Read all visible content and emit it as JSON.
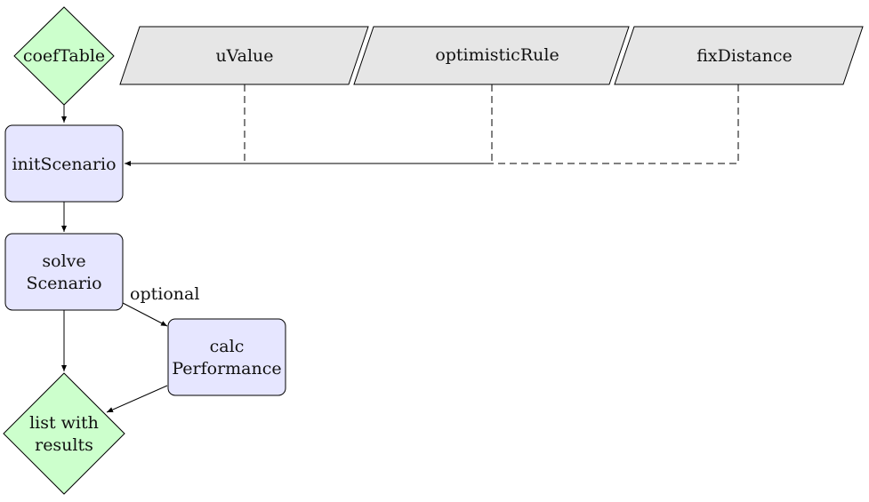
{
  "diagram": {
    "nodes": {
      "coef_table": {
        "label": "coefTable",
        "shape": "diamond",
        "fill": "#ccffcc"
      },
      "u_value": {
        "label": "uValue",
        "shape": "parallelogram",
        "fill": "#e6e6e6"
      },
      "optimistic_rule": {
        "label": "optimisticRule",
        "shape": "parallelogram",
        "fill": "#e6e6e6"
      },
      "fix_distance": {
        "label": "fixDistance",
        "shape": "parallelogram",
        "fill": "#e6e6e6"
      },
      "init_scenario": {
        "label": "initScenario",
        "shape": "rounded-rect",
        "fill": "#e6e6ff"
      },
      "solve_scenario": {
        "label_lines": [
          "solve",
          "Scenario"
        ],
        "shape": "rounded-rect",
        "fill": "#e6e6ff"
      },
      "calc_performance": {
        "label_lines": [
          "calc",
          "Performance"
        ],
        "shape": "rounded-rect",
        "fill": "#e6e6ff"
      },
      "list_results": {
        "label_lines": [
          "list with",
          "results"
        ],
        "shape": "diamond",
        "fill": "#ccffcc"
      }
    },
    "edges": [
      {
        "from": "coef_table",
        "to": "init_scenario",
        "style": "solid"
      },
      {
        "from": "u_value",
        "to": "init_scenario",
        "style": "dashed"
      },
      {
        "from": "optimistic_rule",
        "to": "init_scenario",
        "style": "dashed"
      },
      {
        "from": "fix_distance",
        "to": "init_scenario",
        "style": "dashed"
      },
      {
        "from": "init_scenario",
        "to": "solve_scenario",
        "style": "solid"
      },
      {
        "from": "solve_scenario",
        "to": "calc_performance",
        "style": "solid",
        "label": "optional"
      },
      {
        "from": "solve_scenario",
        "to": "list_results",
        "style": "solid"
      },
      {
        "from": "calc_performance",
        "to": "list_results",
        "style": "solid"
      }
    ]
  }
}
